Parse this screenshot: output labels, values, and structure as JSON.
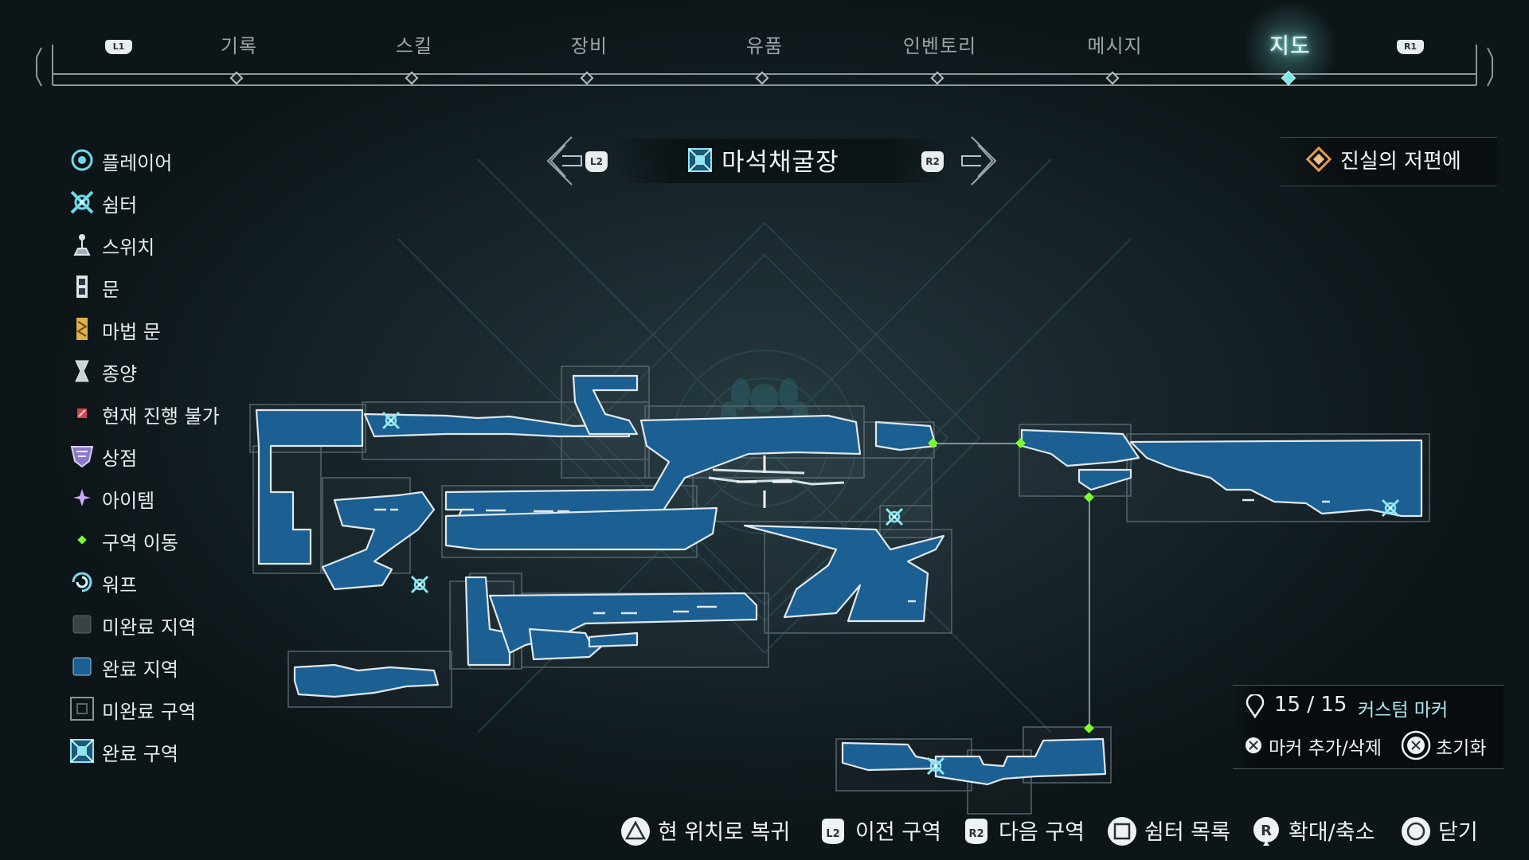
{
  "nav": {
    "left_bumper": "L1",
    "right_bumper": "R1",
    "tabs": [
      {
        "label": "기록",
        "active": false
      },
      {
        "label": "스킬",
        "active": false
      },
      {
        "label": "장비",
        "active": false
      },
      {
        "label": "유품",
        "active": false
      },
      {
        "label": "인벤토리",
        "active": false
      },
      {
        "label": "메시지",
        "active": false
      },
      {
        "label": "지도",
        "active": true
      }
    ]
  },
  "area": {
    "prev_trigger": "L2",
    "next_trigger": "R2",
    "title": "마석채굴장"
  },
  "quest": {
    "title": "진실의 저편에",
    "icon": "orange-diamond-icon"
  },
  "legend": [
    {
      "label": "플레이어",
      "icon": "player-icon"
    },
    {
      "label": "쉼터",
      "icon": "shelter-icon"
    },
    {
      "label": "스위치",
      "icon": "switch-icon"
    },
    {
      "label": "문",
      "icon": "door-icon"
    },
    {
      "label": "마법 문",
      "icon": "magic-door-icon"
    },
    {
      "label": "종양",
      "icon": "tumor-icon"
    },
    {
      "label": "현재 진행 불가",
      "icon": "blocked-icon"
    },
    {
      "label": "상점",
      "icon": "shop-icon"
    },
    {
      "label": "아이템",
      "icon": "item-icon"
    },
    {
      "label": "구역 이동",
      "icon": "zone-transfer-icon"
    },
    {
      "label": "워프",
      "icon": "warp-icon"
    },
    {
      "label": "미완료 지역",
      "icon": "incomplete-region-icon"
    },
    {
      "label": "완료 지역",
      "icon": "complete-region-icon"
    },
    {
      "label": "미완료 구역",
      "icon": "incomplete-zone-icon"
    },
    {
      "label": "완료 구역",
      "icon": "complete-zone-icon"
    }
  ],
  "markers": {
    "count": "15 / 15",
    "label": "커스텀 마커",
    "add_remove": "마커 추가/삭제",
    "reset": "초기화"
  },
  "hints": [
    {
      "label": "현 위치로 복귀",
      "button": "triangle"
    },
    {
      "label": "이전 구역",
      "button": "L2"
    },
    {
      "label": "다음 구역",
      "button": "R2"
    },
    {
      "label": "쉼터 목록",
      "button": "square"
    },
    {
      "label": "확대/축소",
      "button": "R-stick"
    },
    {
      "label": "닫기",
      "button": "circle"
    }
  ],
  "colors": {
    "map_fill": "#1b5f93",
    "map_edge": "#dfe8ee",
    "zone_transfer": "#7cff2a",
    "accent_cyan": "#7ee6e6",
    "quest_orange": "#e79a4a"
  }
}
